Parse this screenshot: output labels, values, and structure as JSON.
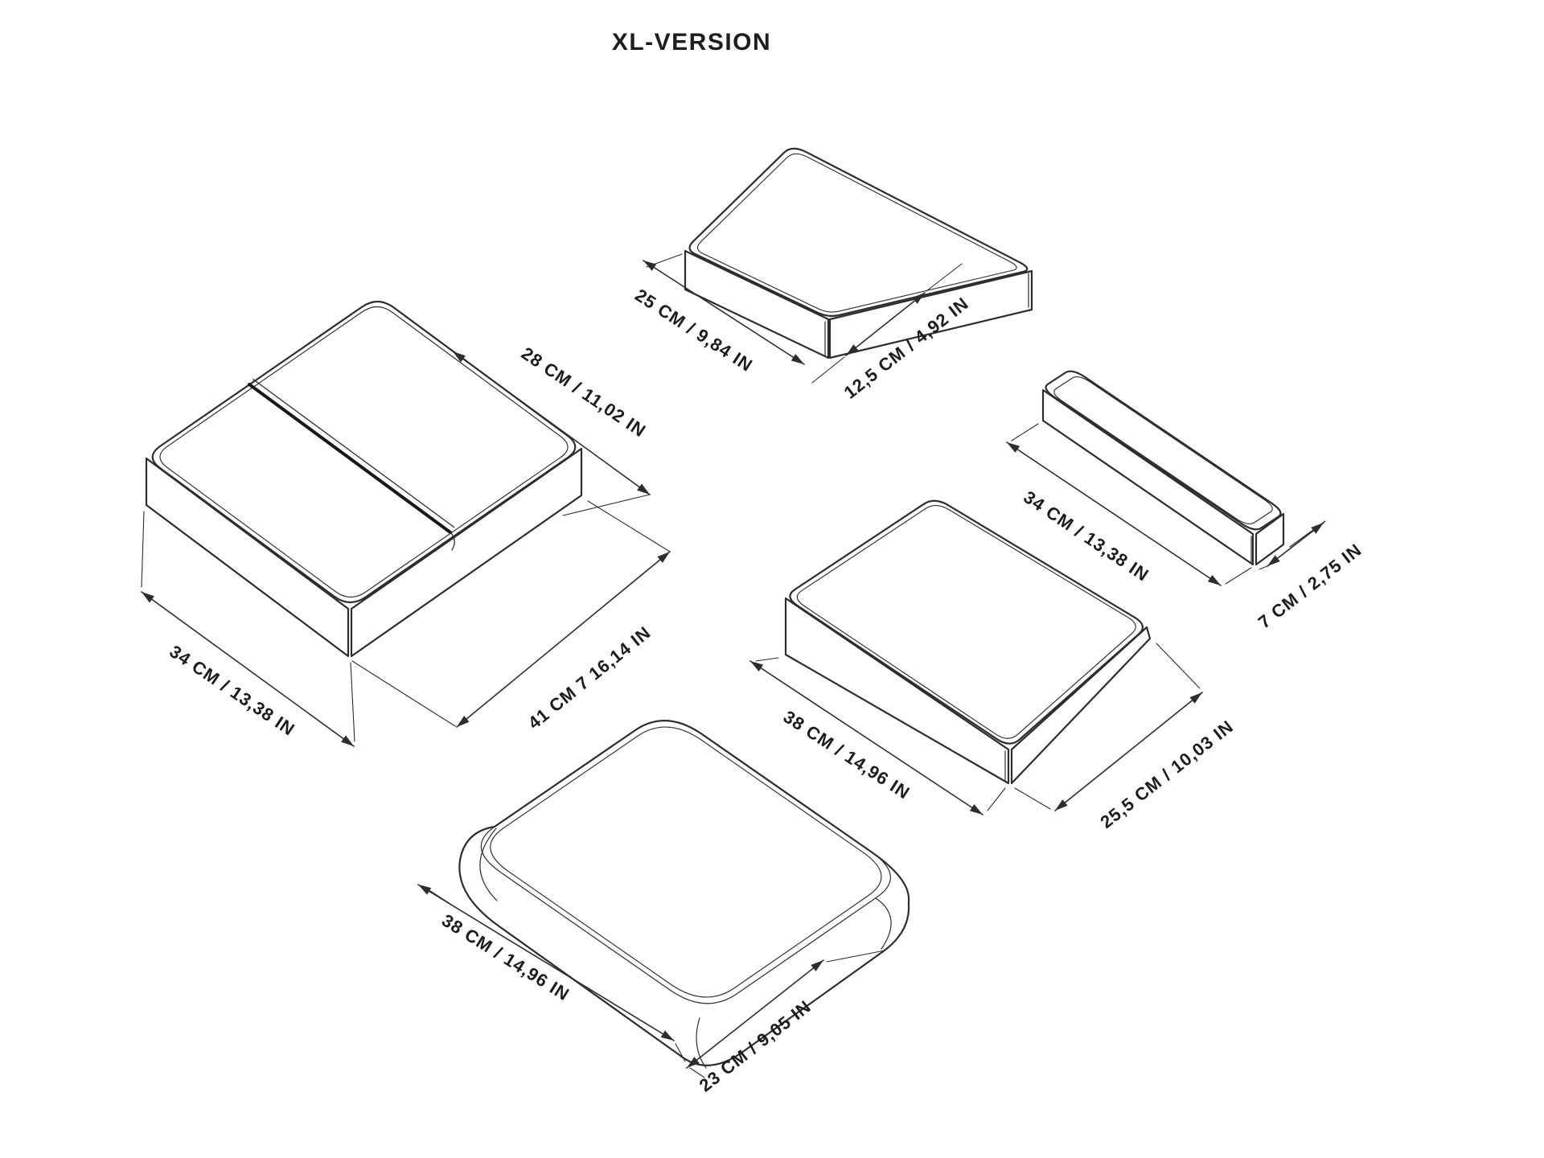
{
  "title": "XL-VERSION",
  "colors": {
    "line": "#2d2d2f",
    "text": "#1b1c20",
    "background": "#ffffff",
    "seam": "#17181a"
  },
  "objects": [
    {
      "name": "flat pad",
      "dims": [
        {
          "label": "25 CM / 9,84 IN"
        },
        {
          "label": "12,5 CM / 4,92 IN"
        }
      ]
    },
    {
      "name": "side bar",
      "dims": [
        {
          "label": "34 CM / 13,38 IN"
        },
        {
          "label": "7 CM / 2,75 IN"
        }
      ]
    },
    {
      "name": "folded mattress",
      "dims": [
        {
          "label": "28 CM / 11,02 IN"
        },
        {
          "label": "34 CM / 13,38 IN"
        },
        {
          "label": "41 CM 7 16,14 IN"
        }
      ]
    },
    {
      "name": "wedge cushion",
      "dims": [
        {
          "label": "38 CM / 14,96 IN"
        },
        {
          "label": "25,5 CM / 10,03 IN"
        }
      ]
    },
    {
      "name": "bolster cushion",
      "dims": [
        {
          "label": "38 CM / 14,96 IN"
        },
        {
          "label": "23 CM / 9,05 IN"
        }
      ]
    }
  ]
}
